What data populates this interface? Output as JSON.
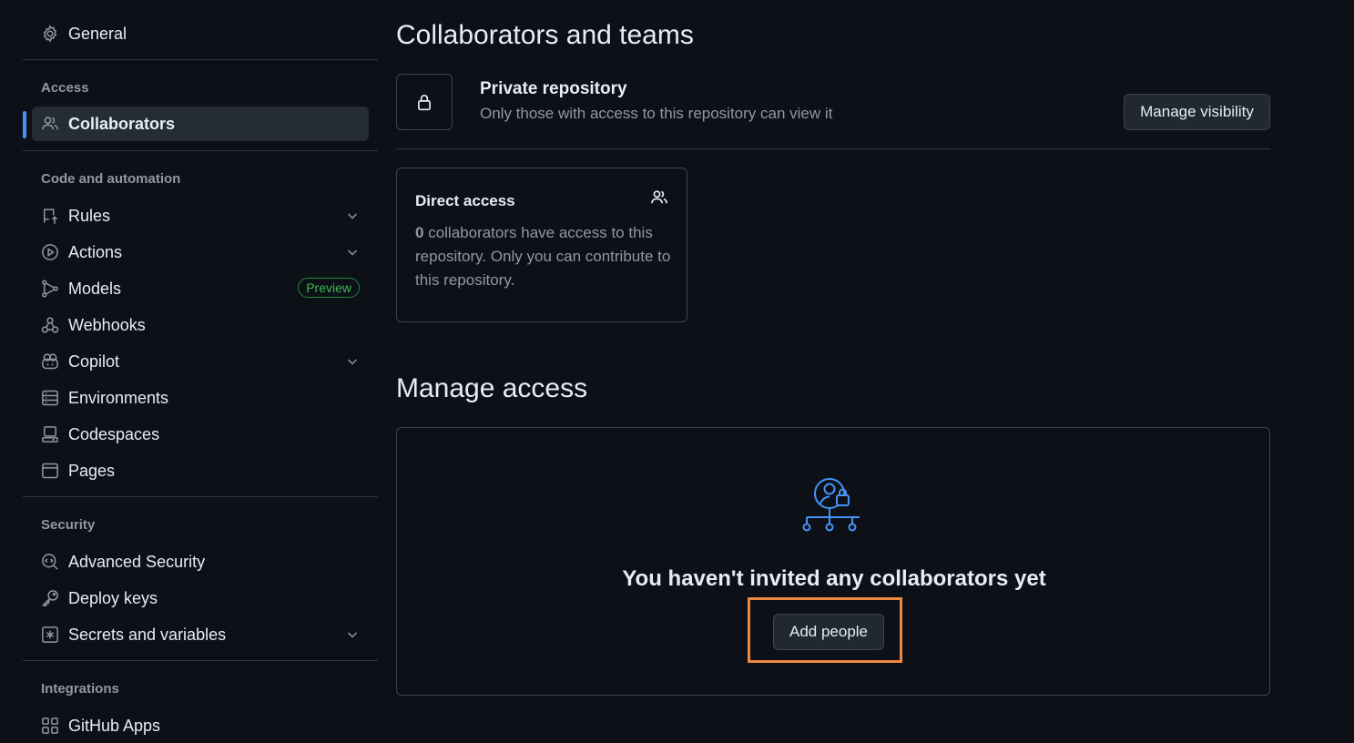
{
  "sidebar": {
    "general": "General",
    "sections": {
      "access": "Access",
      "code_automation": "Code and automation",
      "security": "Security",
      "integrations": "Integrations"
    },
    "items": {
      "collaborators": "Collaborators",
      "rules": "Rules",
      "actions": "Actions",
      "models": "Models",
      "models_badge": "Preview",
      "webhooks": "Webhooks",
      "copilot": "Copilot",
      "environments": "Environments",
      "codespaces": "Codespaces",
      "pages": "Pages",
      "advanced_security": "Advanced Security",
      "deploy_keys": "Deploy keys",
      "secrets_variables": "Secrets and variables",
      "github_apps": "GitHub Apps"
    }
  },
  "main": {
    "title": "Collaborators and teams",
    "visibility": {
      "title": "Private repository",
      "subtitle": "Only those with access to this repository can view it",
      "button": "Manage visibility"
    },
    "direct_access": {
      "title": "Direct access",
      "count": "0",
      "text": " collaborators have access to this repository. Only you can contribute to this repository."
    },
    "manage_access": {
      "title": "Manage access",
      "empty_title": "You haven't invited any collaborators yet",
      "button": "Add people"
    }
  },
  "colors": {
    "background": "#0d1117",
    "accent": "#4493f8",
    "highlight": "#f0883e",
    "preview_badge": "#3fb950"
  }
}
